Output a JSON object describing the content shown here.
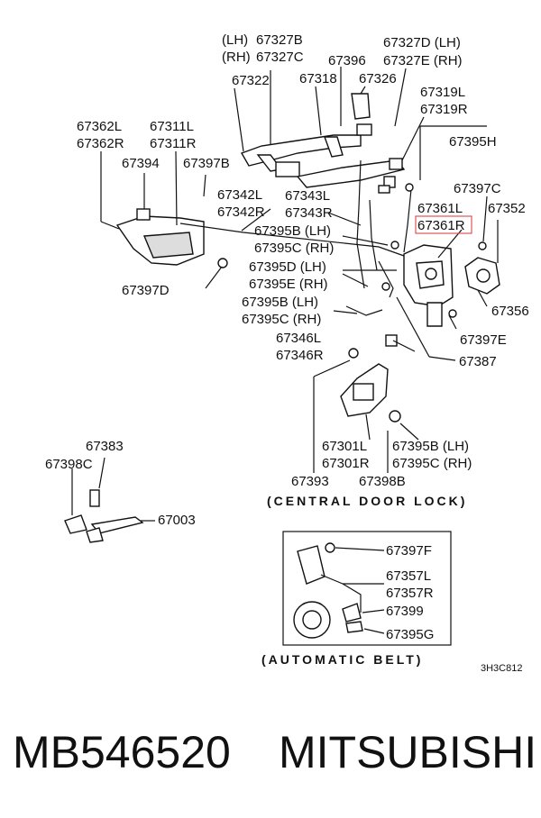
{
  "labels": {
    "lh": "(LH)",
    "rh": "(RH)",
    "p67327B": "67327B",
    "p67327C": "67327C",
    "p67396": "67396",
    "p67327D": "67327D (LH)",
    "p67327E": "67327E (RH)",
    "p67322": "67322",
    "p67318": "67318",
    "p67326": "67326",
    "p67319L": "67319L",
    "p67319R": "67319R",
    "p67362L": "67362L",
    "p67362R": "67362R",
    "p67311L": "67311L",
    "p67311R": "67311R",
    "p67395H": "67395H",
    "p67394": "67394",
    "p67397B": "67397B",
    "p67342L": "67342L",
    "p67342R": "67342R",
    "p67343L": "67343L",
    "p67343R": "67343R",
    "p67397C": "67397C",
    "p67361L": "67361L",
    "p67361R": "67361R",
    "p67352": "67352",
    "p67395B_LH": "67395B (LH)",
    "p67395C_RH": "67395C (RH)",
    "p67395D_LH": "67395D (LH)",
    "p67395E_RH": "67395E (RH)",
    "p67395B_LH2": "67395B (LH)",
    "p67395C_RH2": "67395C (RH)",
    "p67397D": "67397D",
    "p67356": "67356",
    "p67346L": "67346L",
    "p67346R": "67346R",
    "p67397E": "67397E",
    "p67387": "67387",
    "p67383": "67383",
    "p67398C": "67398C",
    "p67301L": "67301L",
    "p67301R": "67301R",
    "p67395B_LH3": "67395B (LH)",
    "p67395C_RH3": "67395C (RH)",
    "p67003": "67003",
    "p67393": "67393",
    "p67398B": "67398B",
    "central_door_lock": "(CENTRAL DOOR LOCK)",
    "p67397F": "67397F",
    "p67357L": "67357L",
    "p67357R": "67357R",
    "p67399": "67399",
    "p67395G": "67395G",
    "automatic_belt": "(AUTOMATIC BELT)",
    "drawing_code": "3H3C812"
  },
  "footer": {
    "part_number": "MB546520",
    "brand": "MITSUBISHI"
  },
  "colors": {
    "highlight": "#e05555",
    "ink": "#111111"
  }
}
